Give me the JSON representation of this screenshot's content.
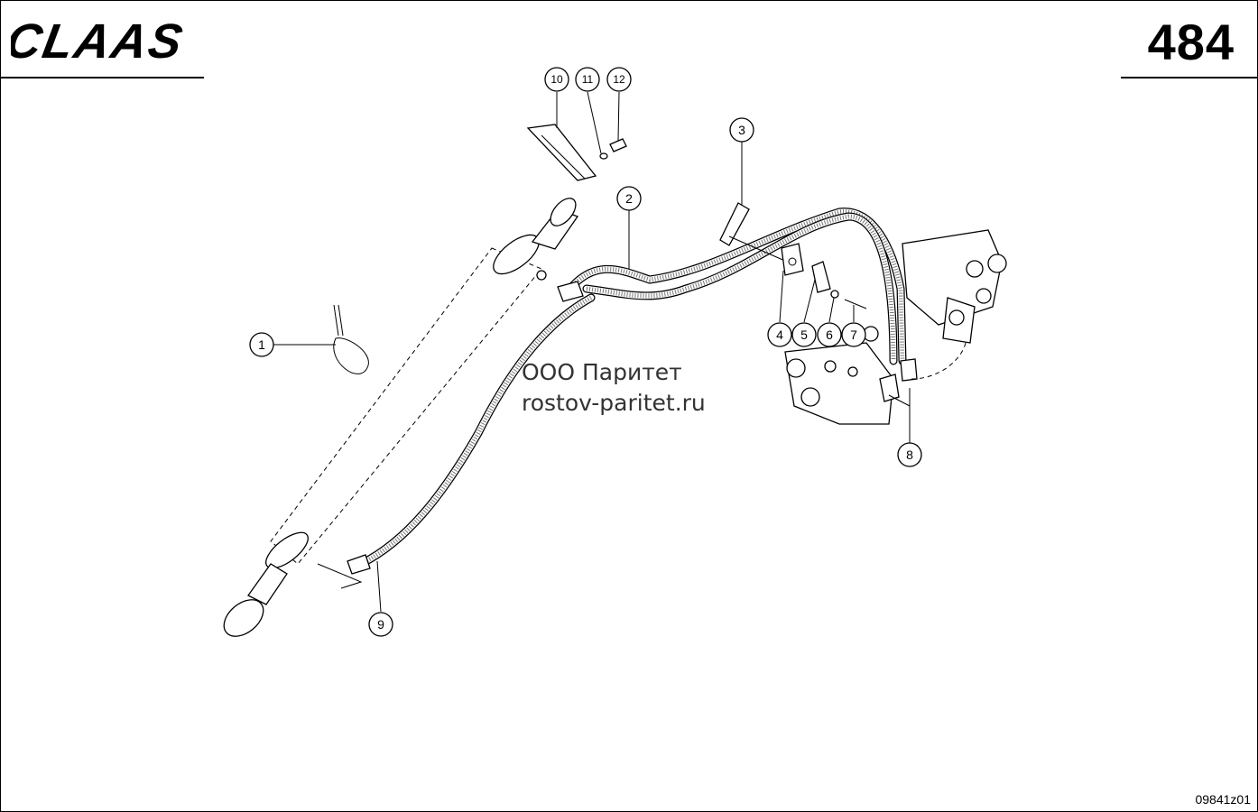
{
  "header": {
    "logo_text": "CLAAS",
    "page_number": "484"
  },
  "watermark": {
    "line1": "ООО Паритет",
    "line2": "rostov-paritet.ru"
  },
  "footer": {
    "drawing_code": "09841z01"
  },
  "callouts": [
    "1",
    "2",
    "3",
    "4",
    "5",
    "6",
    "7",
    "8",
    "9",
    "10",
    "11",
    "12"
  ]
}
